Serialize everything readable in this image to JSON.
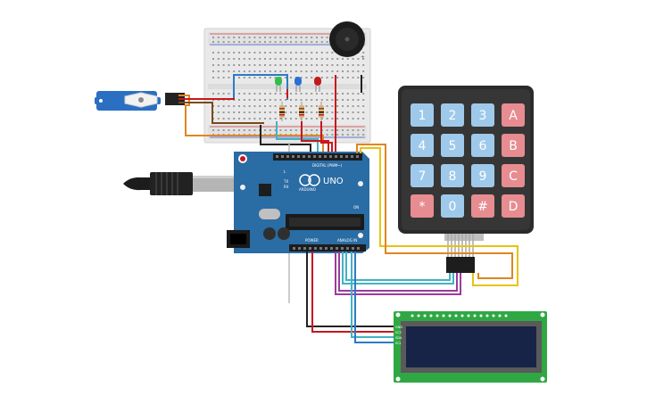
{
  "arduino": {
    "logo_text": "ARDUINO",
    "model": "UNO",
    "digital_header": "DIGITAL (PWM~)",
    "power_header": "POWER",
    "analog_header": "ANALOG IN",
    "led_l": "L",
    "led_tx": "TX",
    "led_rx": "RX",
    "on_label": "ON"
  },
  "keypad": {
    "keys": [
      "1",
      "2",
      "3",
      "A",
      "4",
      "5",
      "6",
      "B",
      "7",
      "8",
      "9",
      "C",
      "*",
      "0",
      "#",
      "D"
    ]
  },
  "lcd": {
    "pin_labels": [
      "GND",
      "VCC",
      "SDA",
      "SCL"
    ]
  },
  "colors": {
    "board": "#2a6ca4",
    "key_number": "#9fc9ea",
    "key_letter": "#e78c90",
    "lcd_pcb": "#2fa844",
    "lcd_screen": "#172448",
    "wire_red": "#c8161e",
    "wire_orange": "#e08520",
    "wire_yellow": "#e8c210",
    "wire_cyan": "#42b2c4",
    "wire_purple": "#9a3b9a",
    "wire_blue": "#2b7bc6",
    "wire_black": "#222222"
  }
}
